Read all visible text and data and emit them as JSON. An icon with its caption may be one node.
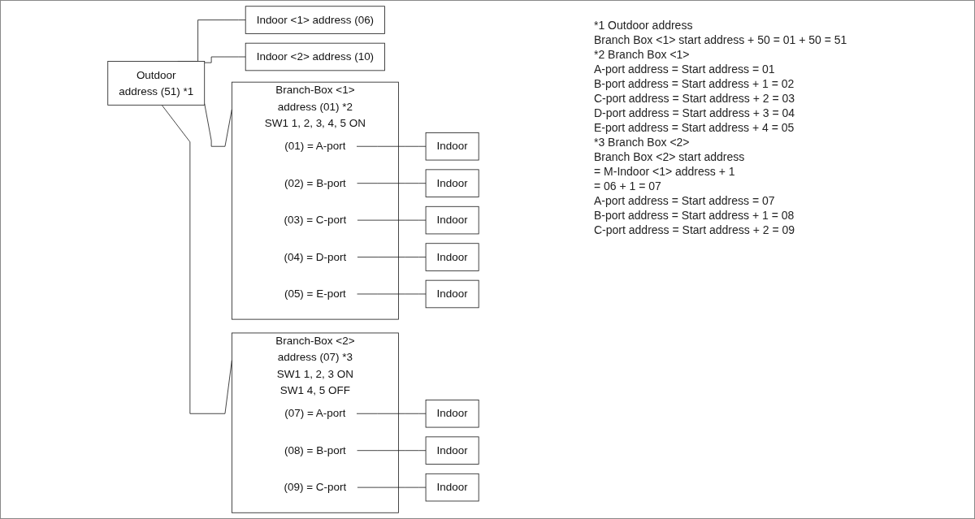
{
  "diagram": {
    "nodes": [
      {
        "text": [
          "Outdoor",
          "address (51) *1"
        ]
      },
      {
        "text": [
          "Branch-Box <1>",
          "address (01) *2",
          "SW1 1, 2, 3, 4, 5 ON"
        ]
      },
      {
        "text": [
          "(01) = A-port"
        ],
        "in": 1
      },
      {
        "text": [
          "(02) = B-port"
        ],
        "in": 1
      },
      {
        "text": [
          "(03) = C-port"
        ],
        "in": 1
      },
      {
        "text": [
          "(04) = D-port"
        ],
        "in": 1
      },
      {
        "text": [
          "(05) = E-port"
        ],
        "in": 1
      },
      {
        "text": [
          "Indoor"
        ]
      },
      {
        "text": [
          "Indoor"
        ]
      },
      {
        "text": [
          "Indoor"
        ]
      },
      {
        "text": [
          "Indoor"
        ]
      },
      {
        "text": [
          "Indoor"
        ]
      },
      {
        "text": [
          "Indoor <1> address (06)"
        ]
      },
      {
        "text": [
          "Branch-Box <2>",
          "address (07) *3",
          "SW1 1, 2, 3 ON",
          "SW1 4, 5 OFF"
        ]
      },
      {
        "text": [
          "(07) = A-port"
        ],
        "in": 13
      },
      {
        "text": [
          "(08) = B-port"
        ],
        "in": 13
      },
      {
        "text": [
          "(09) = C-port"
        ],
        "in": 13
      },
      {
        "text": [
          "Indoor"
        ]
      },
      {
        "text": [
          "Indoor"
        ]
      },
      {
        "text": [
          "Indoor"
        ]
      },
      {
        "text": [
          "Indoor <2> address (10)"
        ]
      }
    ],
    "edges": [
      {
        "from": 0,
        "to": 1,
        "arrow": "none"
      },
      {
        "from": 0,
        "to": 12,
        "arrow": "none"
      },
      {
        "from": 0,
        "to": 13,
        "arrow": "none"
      },
      {
        "from": 0,
        "to": 20,
        "arrow": "none"
      },
      {
        "from": 2,
        "to": 7,
        "arrow": "none"
      },
      {
        "from": 3,
        "to": 8,
        "arrow": "none"
      },
      {
        "from": 4,
        "to": 9,
        "arrow": "none"
      },
      {
        "from": 5,
        "to": 10,
        "arrow": "none"
      },
      {
        "from": 6,
        "to": 11,
        "arrow": "none"
      },
      {
        "from": 14,
        "to": 17,
        "arrow": "none"
      },
      {
        "from": 15,
        "to": 18,
        "arrow": "none"
      },
      {
        "from": 16,
        "to": 19,
        "arrow": "none"
      }
    ],
    "labels": [
      "*1 Outdoor address",
      "Branch Box <1> start address + 50 = 01 + 50 = 51",
      "*2 Branch Box <1>",
      "A-port address = Start address = 01",
      "B-port address = Start address + 1 = 02",
      "C-port address = Start address + 2 = 03",
      "D-port address = Start address + 3 = 04",
      "E-port address = Start address + 4 = 05",
      "*3 Branch Box <2>",
      "Branch Box <2> start address",
      "= M-Indoor <1> address + 1",
      "= 06 + 1 = 07",
      "A-port address = Start address = 07",
      "B-port address = Start address + 1 = 08",
      "C-port address = Start address + 2 = 09"
    ]
  }
}
